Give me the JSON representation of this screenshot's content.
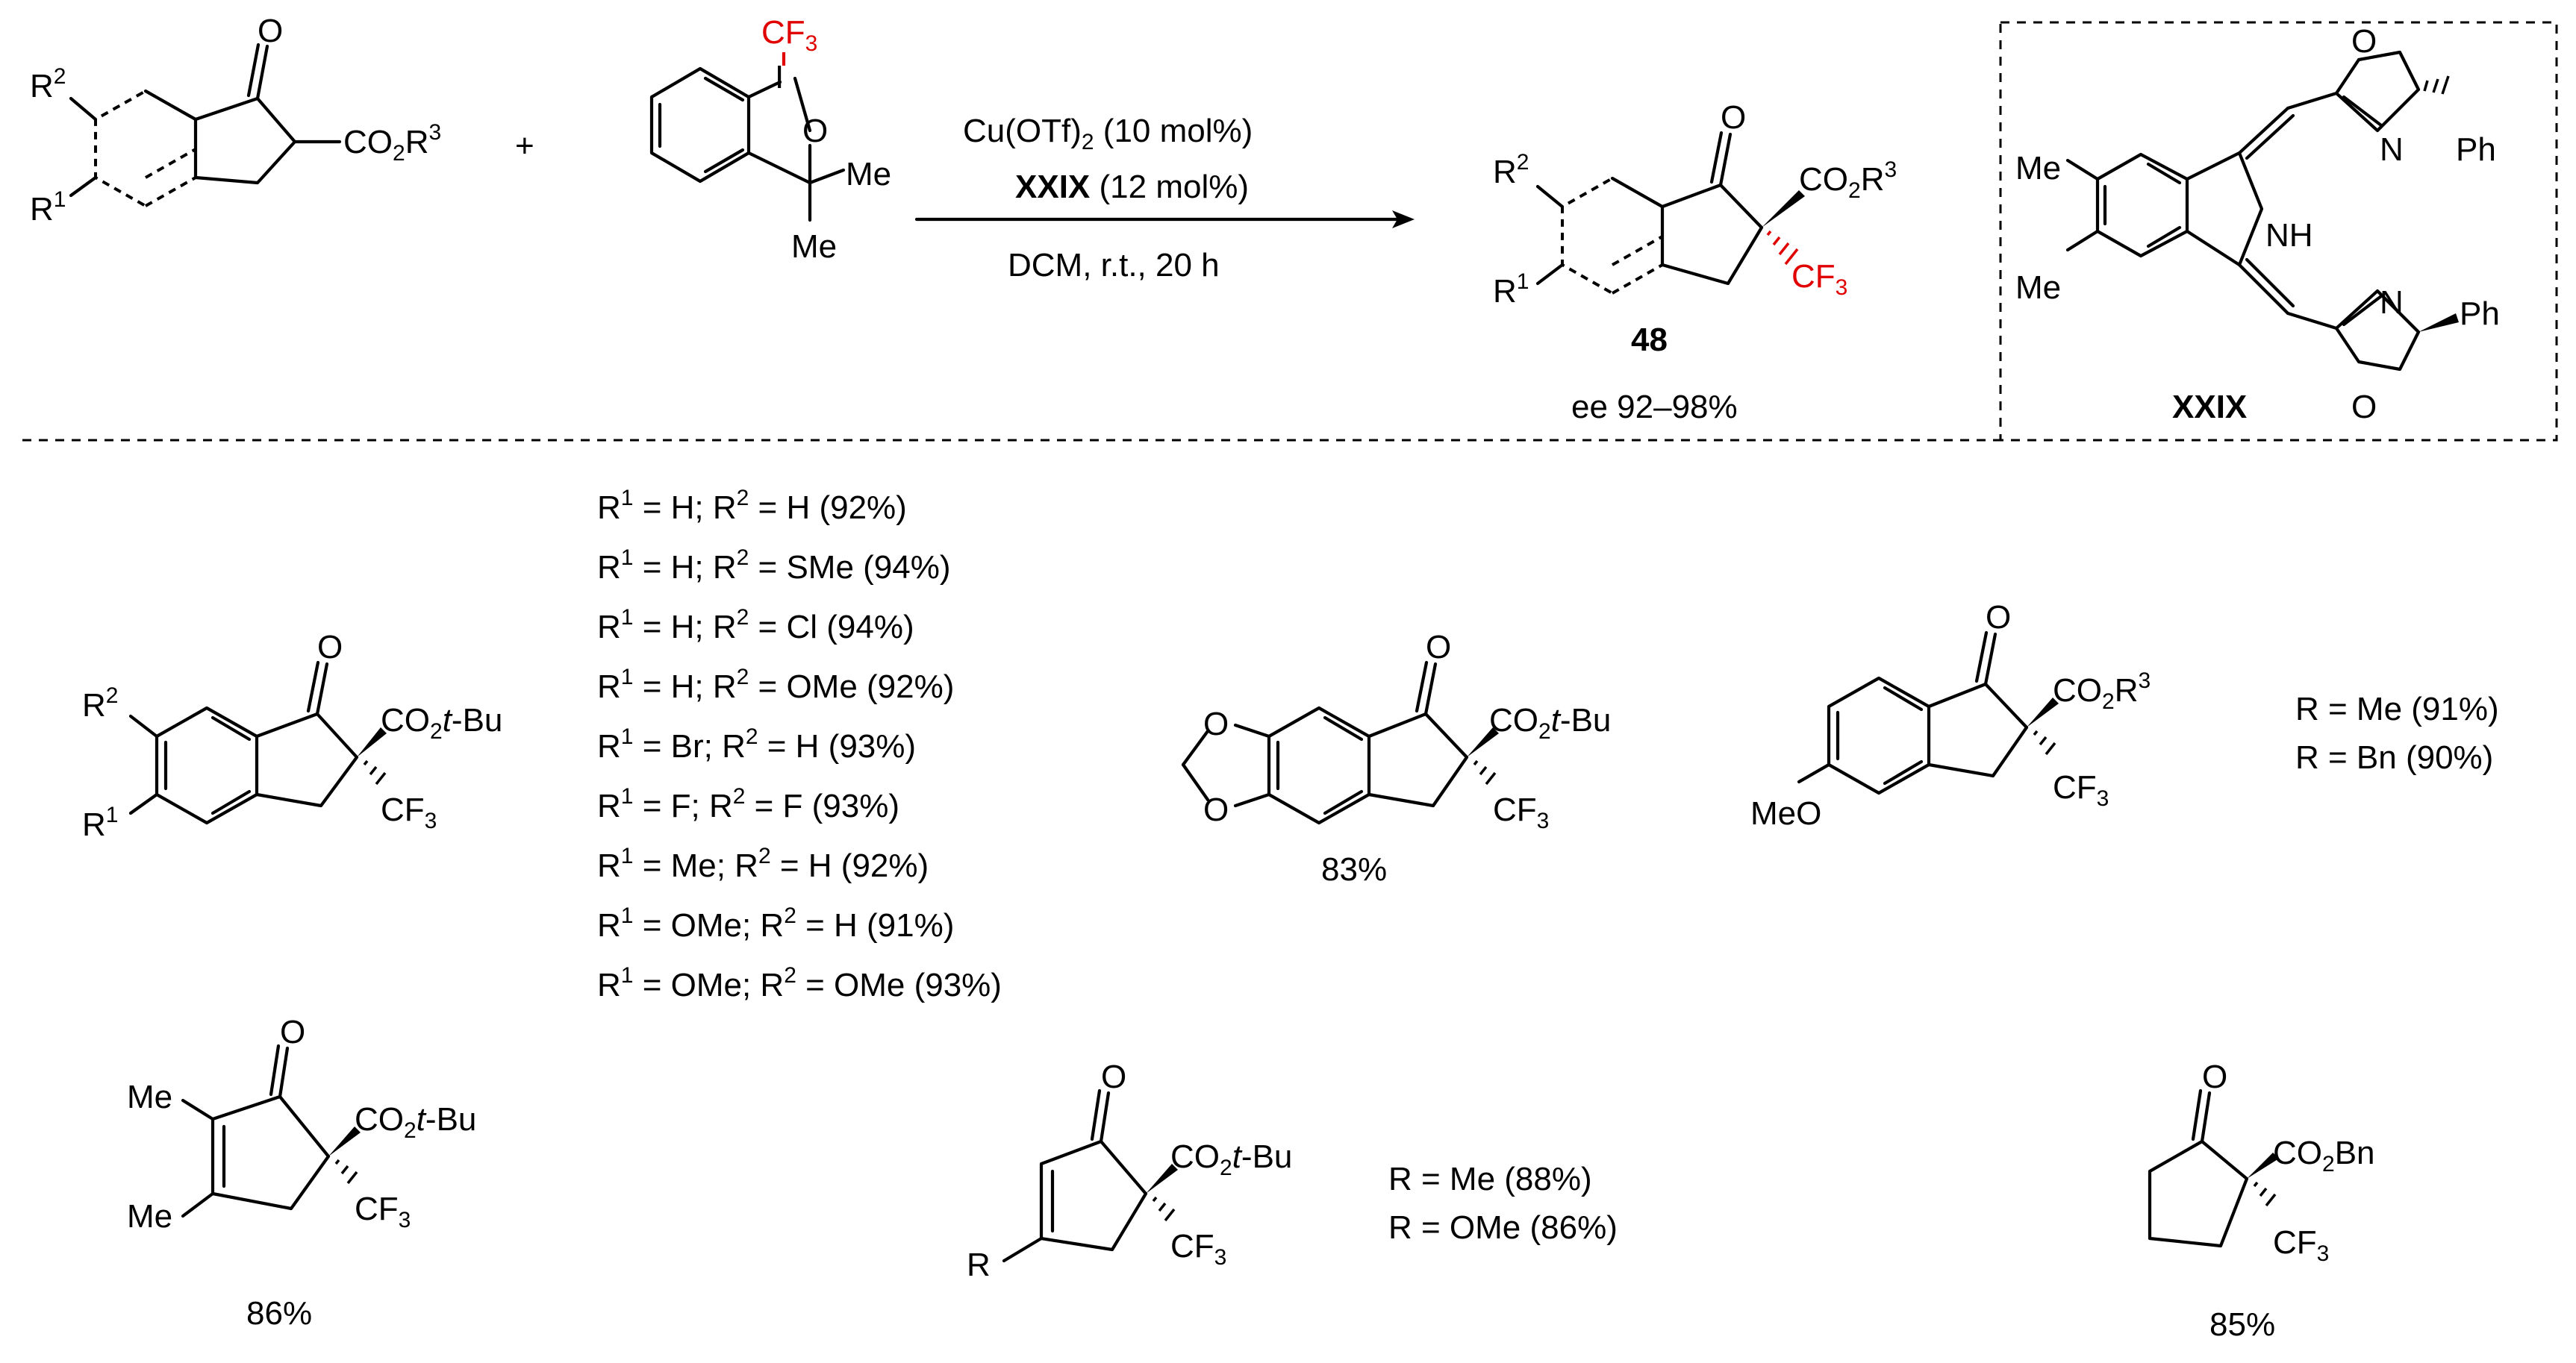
{
  "scheme": {
    "reactant1": {
      "r2": "R",
      "r2_sup": "2",
      "r1": "R",
      "r1_sup": "1",
      "carbonyl_o": "O",
      "ester": "CO",
      "ester_sub": "2",
      "ester_r": "R",
      "ester_sup": "3"
    },
    "plus": "+",
    "reagent": {
      "cf3": "CF",
      "cf3_sub": "3",
      "iodine": "I",
      "oxygen": "O",
      "me1": "Me",
      "me2": "Me"
    },
    "conditions": {
      "line1": "Cu(OTf)",
      "line1_sub": "2",
      "line1_rest": " (10 mol%)",
      "ligand": "XXIX",
      "ligand_rest": " (12 mol%)",
      "line3": "DCM, r.t., 20 h"
    },
    "product": {
      "r2": "R",
      "r2_sup": "2",
      "r1": "R",
      "r1_sup": "1",
      "o": "O",
      "ester": "CO",
      "ester_sub": "2",
      "ester_r": "R",
      "ester_sup": "3",
      "cf3": "CF",
      "cf3_sub": "3",
      "number": "48",
      "ee": "ee 92–98%"
    },
    "ligand": {
      "me1": "Me",
      "me2": "Me",
      "o_top": "O",
      "n_top": "N",
      "ph_top": "Ph",
      "nh": "NH",
      "n_bot": "N",
      "ph_bot": "Ph",
      "o_bot": "O",
      "name": "XXIX"
    }
  },
  "substrates": {
    "list": [
      {
        "a": "1",
        "ra": " = H; R",
        "b": "2",
        "rb": " = H (92%)"
      },
      {
        "a": "1",
        "ra": " = H; R",
        "b": "2",
        "rb": " = SMe (94%)"
      },
      {
        "a": "1",
        "ra": " = H; R",
        "b": "2",
        "rb": " = Cl (94%)"
      },
      {
        "a": "1",
        "ra": " = H; R",
        "b": "2",
        "rb": " = OMe (92%)"
      },
      {
        "a": "1",
        "ra": " = Br; R",
        "b": "2",
        "rb": " = H (93%)"
      },
      {
        "a": "1",
        "ra": " = F; R",
        "b": "2",
        "rb": " = F (93%)"
      },
      {
        "a": "1",
        "ra": " = Me; R",
        "b": "2",
        "rb": " = H (92%)"
      },
      {
        "a": "1",
        "ra": " = OMe; R",
        "b": "2",
        "rb": " = H (91%)"
      },
      {
        "a": "1",
        "ra": " = OMe; R",
        "b": "2",
        "rb": " = OMe (93%)"
      }
    ],
    "indanone_tbu": {
      "r2": "R",
      "r2_sup": "2",
      "r1": "R",
      "r1_sup": "1",
      "o": "O",
      "ester": "CO",
      "ester_sub": "2",
      "ester_tail": "t",
      "ester_bu": "-Bu",
      "cf3": "CF",
      "cf3_sub": "3"
    },
    "dioxole": {
      "o1": "O",
      "o2": "O",
      "o3": "O",
      "ester": "CO",
      "ester_sub": "2",
      "ester_tail": "t",
      "ester_bu": "-Bu",
      "cf3": "CF",
      "cf3_sub": "3",
      "yield": "83%"
    },
    "methoxy": {
      "o": "O",
      "meo": "MeO",
      "ester": "CO",
      "ester_sub": "2",
      "ester_r": "R",
      "ester_sup": "3",
      "cf3": "CF",
      "cf3_sub": "3",
      "r_me": "R = Me  (91%)",
      "r_bn": "R = Bn  (90%)"
    },
    "dimethyl_cp": {
      "me1": "Me",
      "me2": "Me",
      "o": "O",
      "ester": "CO",
      "ester_sub": "2",
      "ester_tail": "t",
      "ester_bu": "-Bu",
      "cf3": "CF",
      "cf3_sub": "3",
      "yield": "86%"
    },
    "r_cp": {
      "o": "O",
      "r": "R",
      "ester": "CO",
      "ester_sub": "2",
      "ester_tail": "t",
      "ester_bu": "-Bu",
      "cf3": "CF",
      "cf3_sub": "3",
      "r_me": "R = Me (88%)",
      "r_ome": "R = OMe (86%)"
    },
    "cyclopentanone": {
      "o": "O",
      "ester": "CO",
      "ester_sub": "2",
      "ester_bn": "Bn",
      "cf3": "CF",
      "cf3_sub": "3",
      "yield": "85%"
    }
  }
}
